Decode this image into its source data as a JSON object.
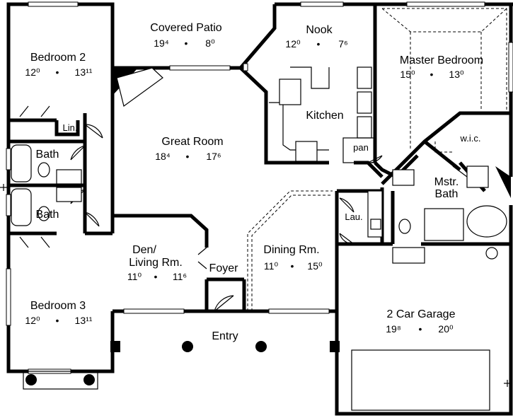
{
  "rooms": {
    "covered_patio": {
      "name": "Covered Patio",
      "w": "19⁴",
      "d": "8⁰"
    },
    "nook": {
      "name": "Nook",
      "w": "12⁰",
      "d": "7⁶"
    },
    "master_bedroom": {
      "name": "Master Bedroom",
      "w": "15⁰",
      "d": "13⁰"
    },
    "bedroom2": {
      "name": "Bedroom 2",
      "w": "12⁰",
      "d": "13¹¹"
    },
    "kitchen": {
      "name": "Kitchen"
    },
    "lin": {
      "name": "Lin."
    },
    "great_room": {
      "name": "Great Room",
      "w": "18⁴",
      "d": "17⁶"
    },
    "bath1": {
      "name": "Bath"
    },
    "bath2": {
      "name": "Bath"
    },
    "pan": {
      "name": "pan"
    },
    "wic": {
      "name": "w.i.c."
    },
    "mstr_bath": {
      "name1": "Mstr.",
      "name2": "Bath"
    },
    "lau": {
      "name": "Lau."
    },
    "den": {
      "name1": "Den/",
      "name2": "Living Rm.",
      "w": "11⁰",
      "d": "11⁶"
    },
    "foyer": {
      "name": "Foyer"
    },
    "dining": {
      "name": "Dining Rm.",
      "w": "11⁰",
      "d": "15⁰"
    },
    "bedroom3": {
      "name": "Bedroom 3",
      "w": "12⁰",
      "d": "13¹¹"
    },
    "garage": {
      "name": "2 Car Garage",
      "w": "19⁸",
      "d": "20⁰"
    },
    "entry": {
      "name": "Entry"
    }
  },
  "separator": "•"
}
